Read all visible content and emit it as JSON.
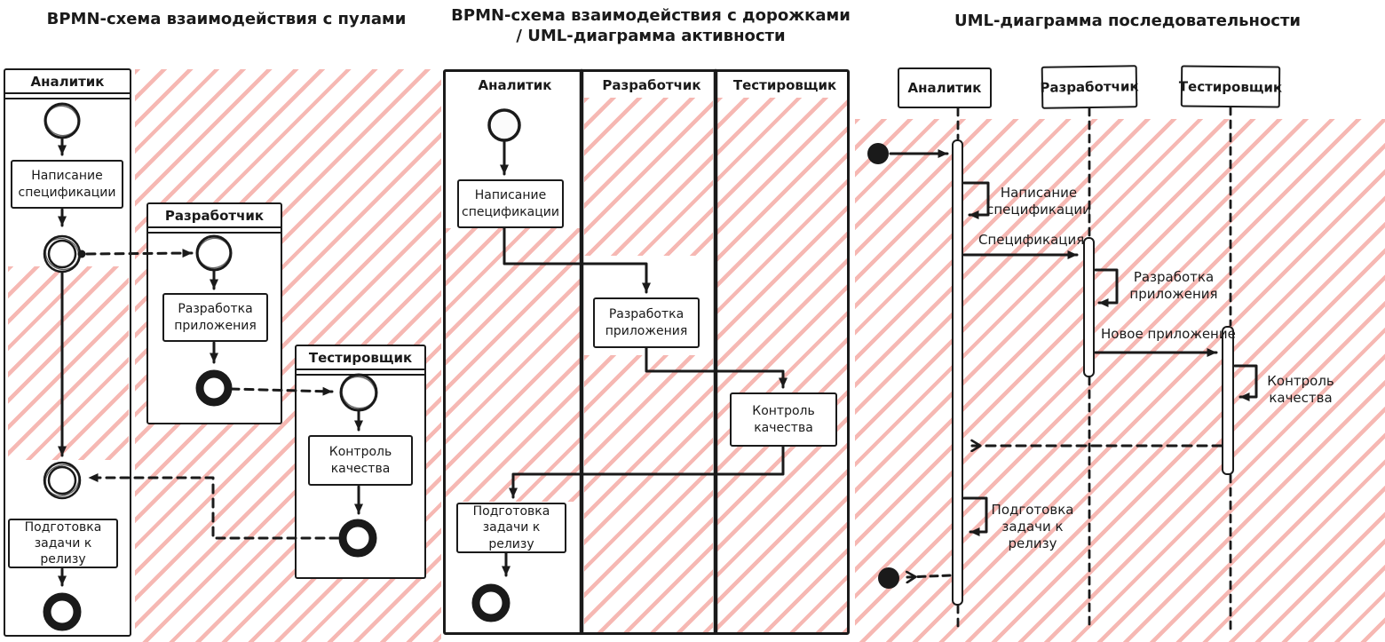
{
  "colors": {
    "ink": "#1a1a1a",
    "hatch": "#f6b8b3",
    "background": "#ffffff"
  },
  "pool_diagram": {
    "title": "BPMN-схема взаимодействия с пулами",
    "pools": [
      {
        "name": "Аналитик",
        "tasks": [
          "Написание спецификации",
          "Подготовка задачи к релизу"
        ]
      },
      {
        "name": "Разработчик",
        "tasks": [
          "Разработка приложения"
        ]
      },
      {
        "name": "Тестировщик",
        "tasks": [
          "Контроль качества"
        ]
      }
    ]
  },
  "lane_diagram": {
    "title": "BPMN-схема взаимодействия с дорожками / UML-диаграмма активности",
    "lanes": [
      "Аналитик",
      "Разработчик",
      "Тестировщик"
    ],
    "steps": [
      "Написание спецификации",
      "Разработка приложения",
      "Контроль качества",
      "Подготовка задачи к релизу"
    ]
  },
  "sequence_diagram": {
    "title": "UML-диаграмма последовательности",
    "actors": [
      "Аналитик",
      "Разработчик",
      "Тестировщик"
    ],
    "self_messages": [
      "Написание спецификации",
      "Разработка приложения",
      "Контроль качества",
      "Подготовка задачи к релизу"
    ],
    "messages": [
      "Спецификация",
      "Новое приложение"
    ]
  }
}
